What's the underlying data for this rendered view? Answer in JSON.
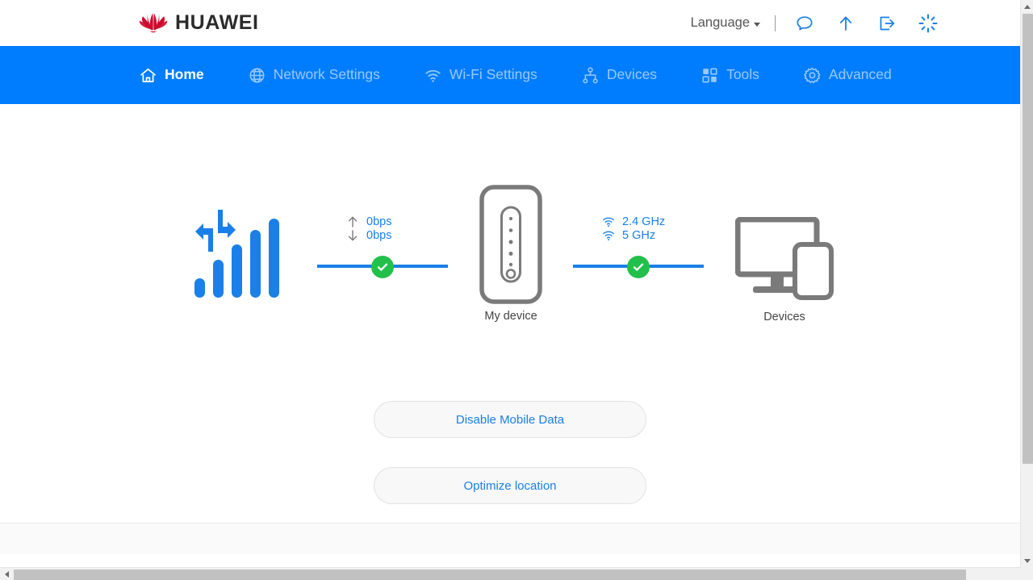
{
  "brand": {
    "name": "HUAWEI",
    "logo_icon": "huawei-flower-logo",
    "logo_color": "#cf0a2c"
  },
  "header": {
    "language_label": "Language",
    "language_caret_icon": "chevron-down-icon",
    "divider": "|",
    "icons": [
      {
        "name": "chat-bubble-icon",
        "title": "Messages"
      },
      {
        "name": "upload-arrow-icon",
        "title": "Update"
      },
      {
        "name": "logout-icon",
        "title": "Log out"
      },
      {
        "name": "loading-spinner-icon",
        "title": "Refresh"
      }
    ]
  },
  "nav": {
    "active_color": "#ffffff",
    "inactive_color": "#9ac8ff",
    "bar_color": "#007dff",
    "items": [
      {
        "label": "Home",
        "icon": "home-icon",
        "active": true
      },
      {
        "label": "Network Settings",
        "icon": "globe-icon",
        "active": false
      },
      {
        "label": "Wi-Fi Settings",
        "icon": "wifi-icon",
        "active": false
      },
      {
        "label": "Devices",
        "icon": "devices-tree-icon",
        "active": false
      },
      {
        "label": "Tools",
        "icon": "grid-squares-icon",
        "active": false
      },
      {
        "label": "Advanced",
        "icon": "gear-icon",
        "active": false
      }
    ]
  },
  "topology": {
    "signal": {
      "icon": "cellular-signal-bars-icon",
      "transfer_icon": "data-transfer-arrows-icon",
      "color": "#1a7fe8",
      "bars": 5
    },
    "link_wan": {
      "status_icon": "green-check-icon",
      "status_color": "#22c04a",
      "line_color": "#1a7fe8",
      "stats": [
        {
          "icon": "arrow-up-icon",
          "value": "0bps"
        },
        {
          "icon": "arrow-down-icon",
          "value": "0bps"
        }
      ]
    },
    "device": {
      "icon": "router-device-icon",
      "label": "My device",
      "color": "#7a7a7a"
    },
    "link_wifi": {
      "status_icon": "green-check-icon",
      "status_color": "#22c04a",
      "line_color": "#1a7fe8",
      "stats": [
        {
          "icon": "wifi-icon",
          "value": "2.4 GHz"
        },
        {
          "icon": "wifi-icon",
          "value": "5 GHz"
        }
      ]
    },
    "devices": {
      "icon": "monitor-and-phone-icon",
      "label": "Devices",
      "color": "#7a7a7a"
    }
  },
  "actions": {
    "buttons": [
      {
        "label": "Disable Mobile Data",
        "name": "disable-mobile-data-button"
      },
      {
        "label": "Optimize location",
        "name": "optimize-location-button"
      }
    ],
    "text_color": "#1a7fe8"
  },
  "scrollbars": {
    "vertical": {
      "up_icon": "triangle-up-icon",
      "down_icon": "triangle-down-icon"
    },
    "horizontal": {
      "left_icon": "triangle-left-icon",
      "right_icon": "triangle-right-icon"
    }
  }
}
